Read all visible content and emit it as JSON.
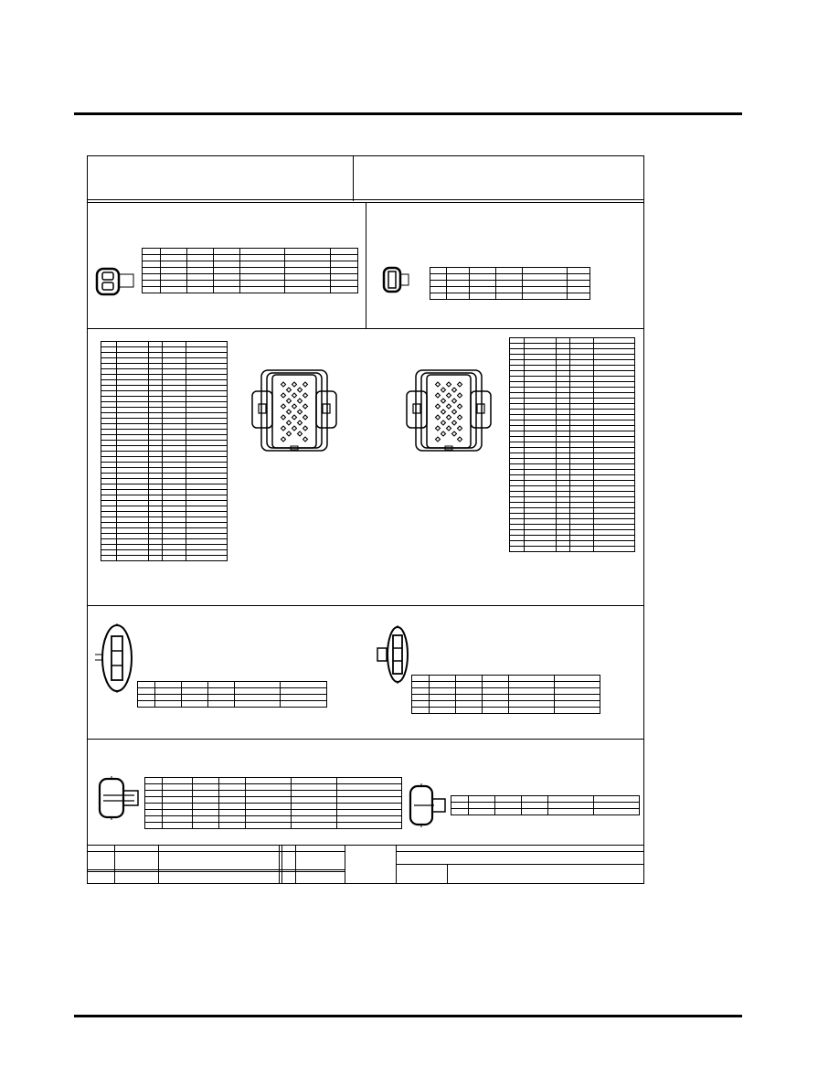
{
  "page": {
    "top_rule": "",
    "bottom_rule": ""
  },
  "title_block": {
    "left": "",
    "right": ""
  },
  "connectors": [
    {
      "id": "c1",
      "pins": 2
    },
    {
      "id": "c2",
      "pins": 2
    },
    {
      "id": "c3",
      "pins": 24
    },
    {
      "id": "c4",
      "pins": 24
    },
    {
      "id": "c5",
      "pins": 3
    },
    {
      "id": "c6",
      "pins": 3
    },
    {
      "id": "c7",
      "pins": 2
    },
    {
      "id": "c8",
      "pins": 2
    }
  ],
  "footer": {
    "cells": [
      "",
      "",
      "",
      "",
      "",
      "",
      "",
      ""
    ]
  }
}
